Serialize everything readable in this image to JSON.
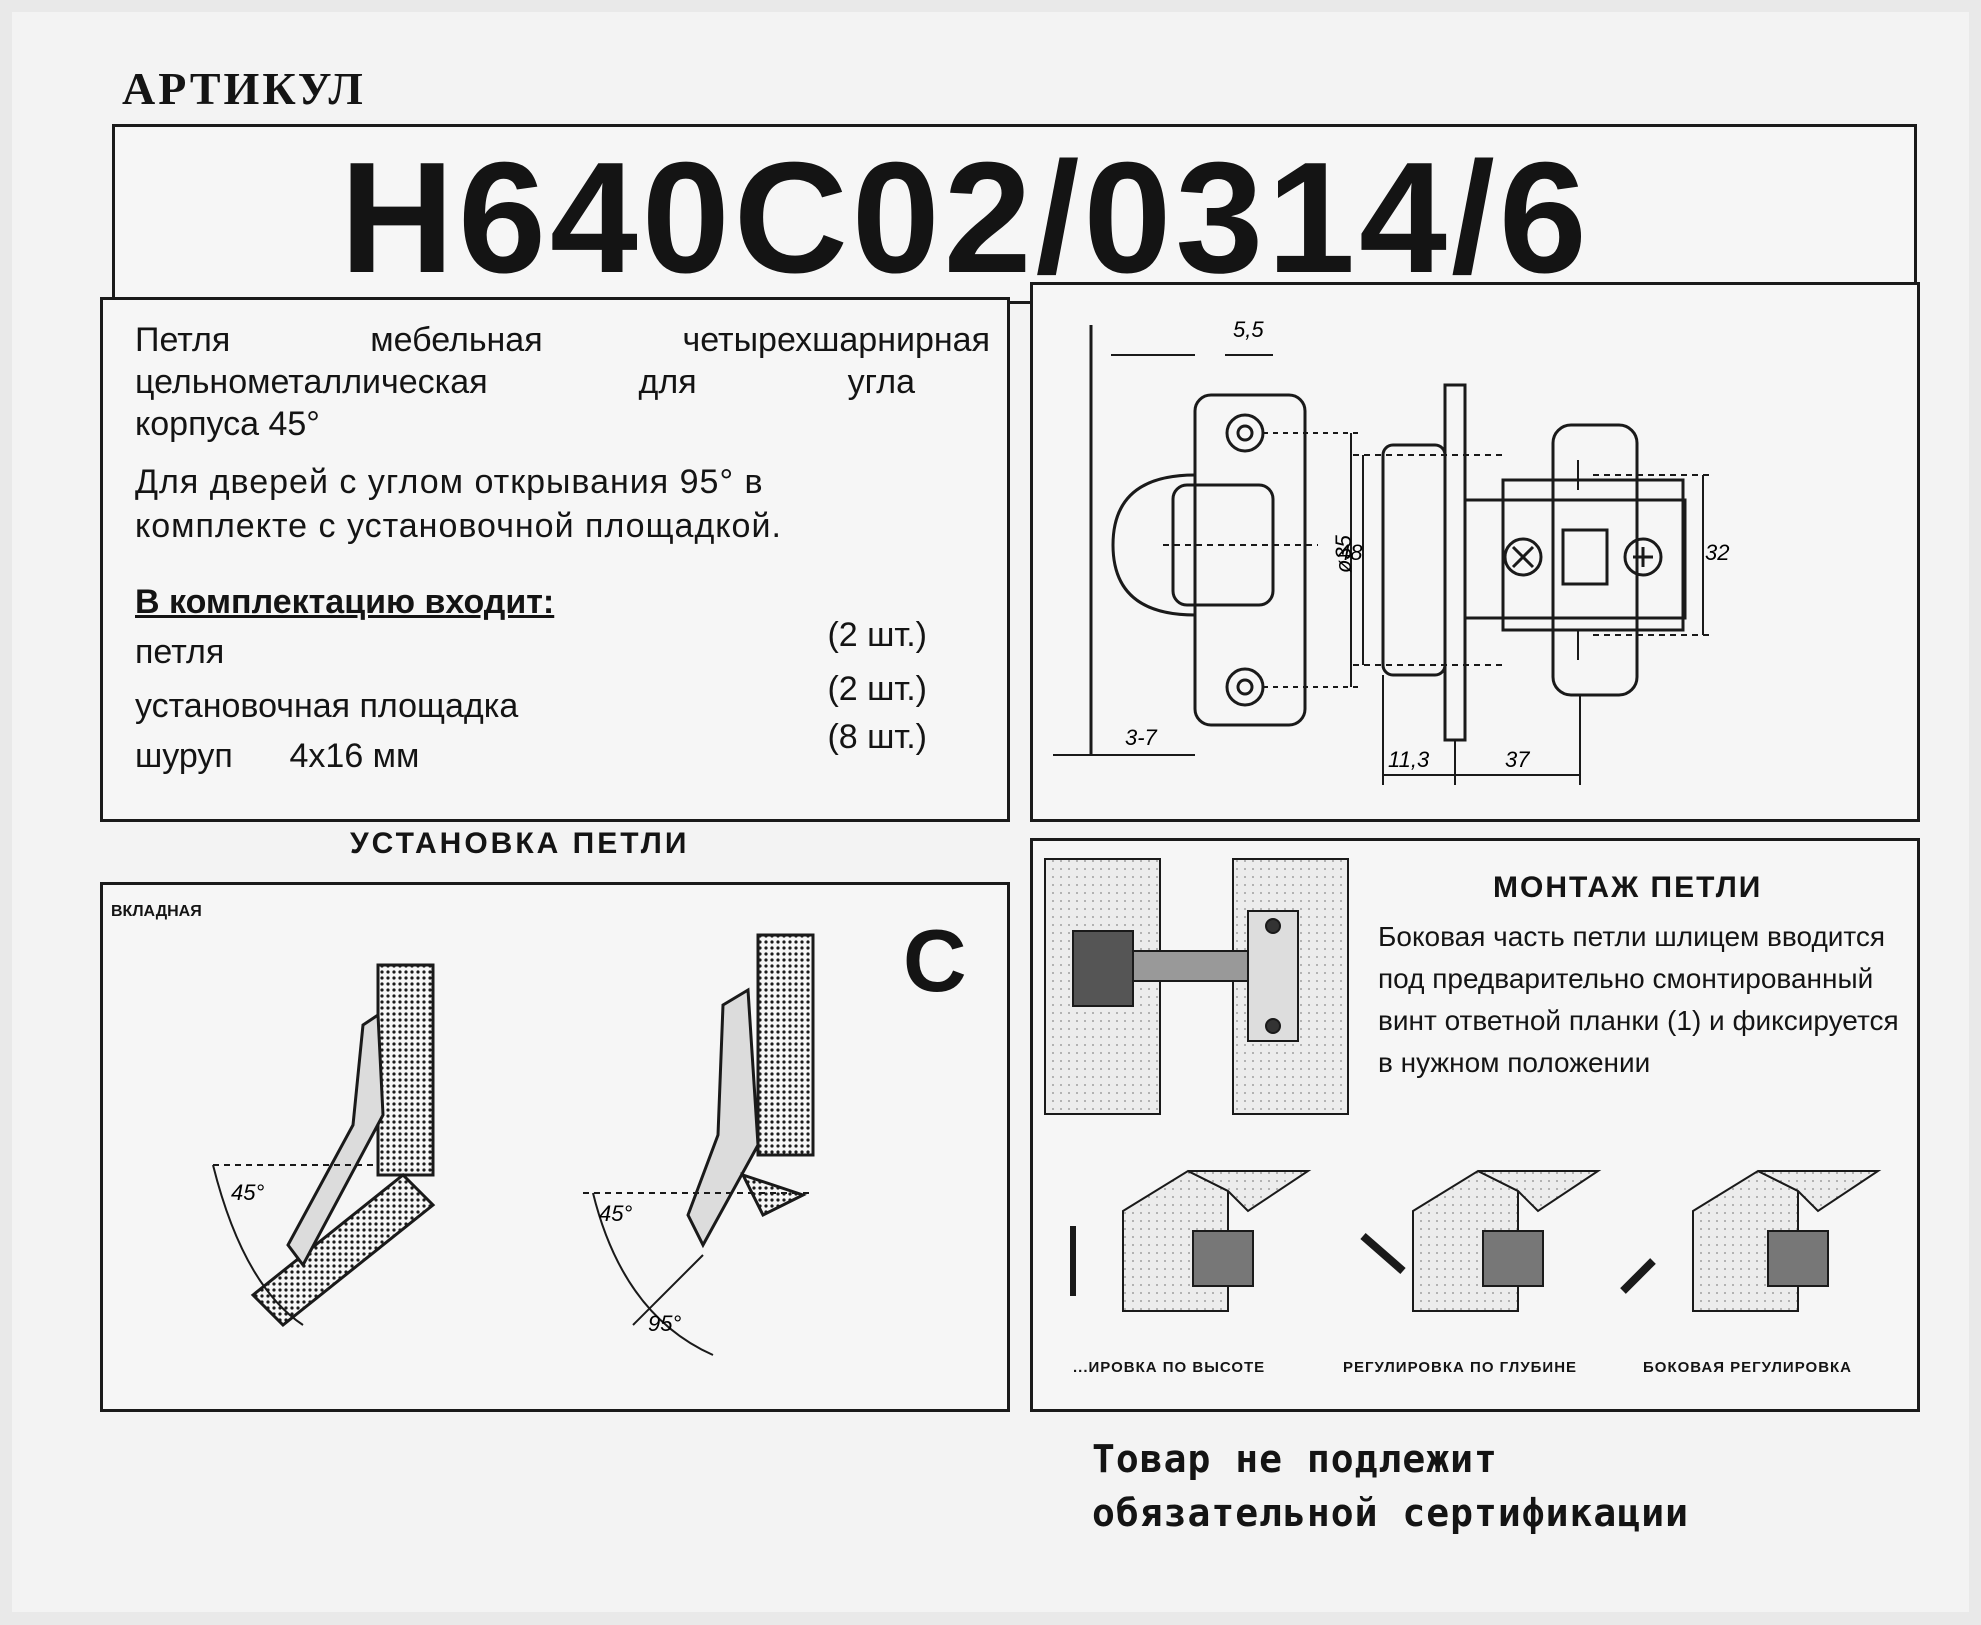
{
  "header": {
    "artikul_label": "АРТИКУЛ",
    "code": "H640C02/0314/6"
  },
  "description": {
    "line1": [
      "Петля",
      "мебельная",
      "четырехшарнирная"
    ],
    "line2": [
      "цельнометаллическая",
      "для",
      "угла"
    ],
    "line3": "корпуса 45°",
    "line4": "Для дверей с углом открывания  95° в",
    "line5": "комплекте с установочной площадкой.",
    "kit_title": "В комплектацию входит:",
    "items": [
      {
        "name": "петля",
        "qty": "(2 шт.)"
      },
      {
        "name": "установочная площадка",
        "qty": "(2 шт.)"
      },
      {
        "name": "шуруп      4x16 мм",
        "qty": "(8 шт.)"
      }
    ]
  },
  "diagram": {
    "dims": [
      "5,5",
      "48",
      "3-7",
      "ø35",
      "32",
      "11,3",
      "37"
    ]
  },
  "install": {
    "title": "УСТАНОВКА  ПЕТЛИ",
    "variant": "ВКЛАДНАЯ",
    "letter": "С",
    "angles": [
      "45°",
      "45°",
      "95°"
    ]
  },
  "mount": {
    "title": "МОНТАЖ ПЕТЛИ",
    "text": "Боковая часть петли шлицем вводится под предварительно смонтированный винт ответной планки (1) и фиксируется в нужном положении",
    "adjustments": [
      "...ИРОВКА ПО ВЫСОТЕ",
      "РЕГУЛИРОВКА ПО ГЛУБИНЕ",
      "БОКОВАЯ РЕГУЛИРОВКА"
    ]
  },
  "certification": {
    "line1": "Товар не подлежит",
    "line2": "обязательной сертификации"
  }
}
